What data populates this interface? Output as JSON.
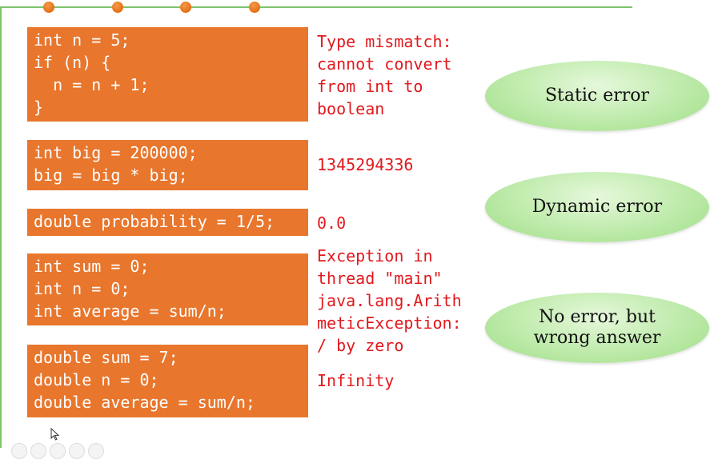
{
  "code_examples": [
    {
      "code": "int n = 5;\nif (n) {\n  n = n + 1;\n}",
      "result": "Type mismatch:\ncannot convert\nfrom int to\nboolean"
    },
    {
      "code": "int big = 200000;\nbig = big * big;",
      "result": "1345294336"
    },
    {
      "code": "double probability = 1/5;",
      "result": "0.0"
    },
    {
      "code": "int sum = 0;\nint n = 0;\nint average = sum/n;",
      "result": "Exception in\nthread \"main\"\njava.lang.Arith\nmeticException:\n/ by zero"
    },
    {
      "code": "double sum = 7;\ndouble n = 0;\ndouble average = sum/n;",
      "result": "Infinity"
    }
  ],
  "categories": [
    {
      "label": "Static error"
    },
    {
      "label": "Dynamic error"
    },
    {
      "label": "No error, but\nwrong answer"
    }
  ],
  "colors": {
    "code_box_bg": "#e8762d",
    "result_text": "#e1191e",
    "category_fill": "#c5edb3",
    "frame_line": "#7dc36a",
    "frame_dot": "#e36f15"
  }
}
